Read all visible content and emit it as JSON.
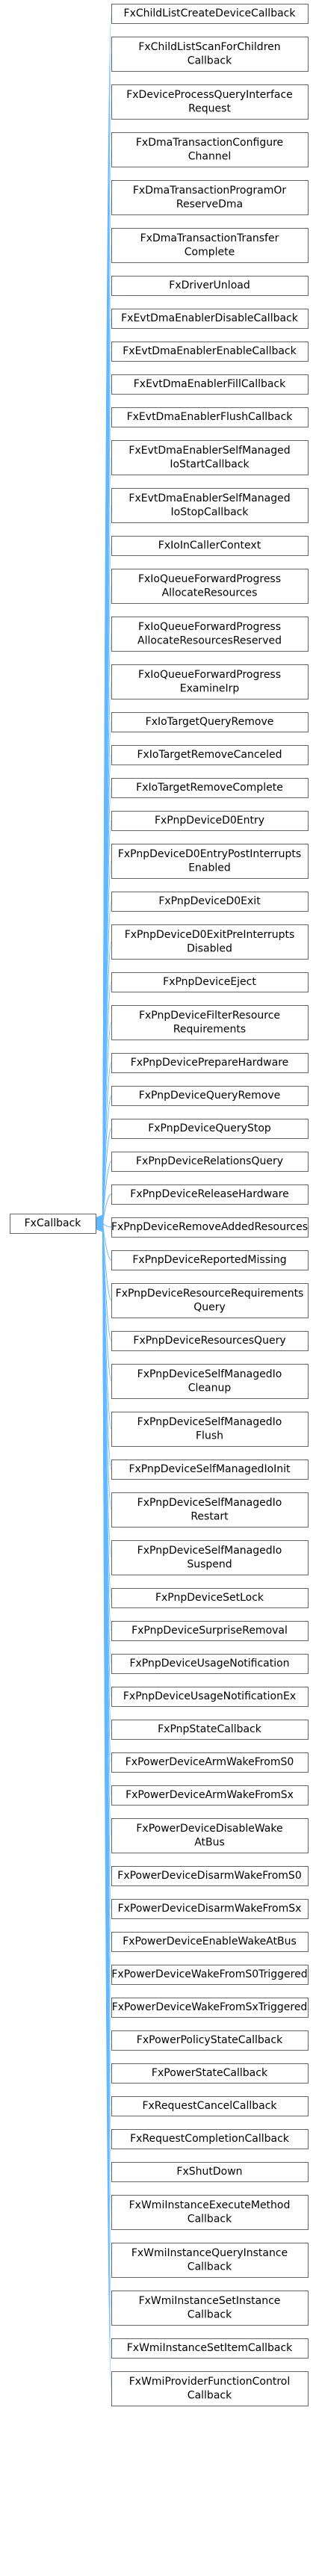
{
  "diagram": {
    "type": "inheritance-graph",
    "colors": {
      "edge": "#63b8ff",
      "box_border": "#666666",
      "text": "#000000",
      "background": "#ffffff"
    },
    "base": {
      "id": "FxCallback",
      "label": [
        "FxCallback"
      ]
    },
    "children": [
      {
        "id": "FxChildListCreateDeviceCallback",
        "label": [
          "FxChildListCreateDeviceCallback"
        ]
      },
      {
        "id": "FxChildListScanForChildrenCallback",
        "label": [
          "FxChildListScanForChildren",
          "Callback"
        ]
      },
      {
        "id": "FxDeviceProcessQueryInterfaceRequest",
        "label": [
          "FxDeviceProcessQueryInterface",
          "Request"
        ]
      },
      {
        "id": "FxDmaTransactionConfigureChannel",
        "label": [
          "FxDmaTransactionConfigure",
          "Channel"
        ]
      },
      {
        "id": "FxDmaTransactionProgramOrReserveDma",
        "label": [
          "FxDmaTransactionProgramOr",
          "ReserveDma"
        ]
      },
      {
        "id": "FxDmaTransactionTransferComplete",
        "label": [
          "FxDmaTransactionTransfer",
          "Complete"
        ]
      },
      {
        "id": "FxDriverUnload",
        "label": [
          "FxDriverUnload"
        ]
      },
      {
        "id": "FxEvtDmaEnablerDisableCallback",
        "label": [
          "FxEvtDmaEnablerDisableCallback"
        ]
      },
      {
        "id": "FxEvtDmaEnablerEnableCallback",
        "label": [
          "FxEvtDmaEnablerEnableCallback"
        ]
      },
      {
        "id": "FxEvtDmaEnablerFillCallback",
        "label": [
          "FxEvtDmaEnablerFillCallback"
        ]
      },
      {
        "id": "FxEvtDmaEnablerFlushCallback",
        "label": [
          "FxEvtDmaEnablerFlushCallback"
        ]
      },
      {
        "id": "FxEvtDmaEnablerSelfManagedIoStartCallback",
        "label": [
          "FxEvtDmaEnablerSelfManaged",
          "IoStartCallback"
        ]
      },
      {
        "id": "FxEvtDmaEnablerSelfManagedIoStopCallback",
        "label": [
          "FxEvtDmaEnablerSelfManaged",
          "IoStopCallback"
        ]
      },
      {
        "id": "FxIoInCallerContext",
        "label": [
          "FxIoInCallerContext"
        ]
      },
      {
        "id": "FxIoQueueForwardProgressAllocateResources",
        "label": [
          "FxIoQueueForwardProgress",
          "AllocateResources"
        ]
      },
      {
        "id": "FxIoQueueForwardProgressAllocateResourcesReserved",
        "label": [
          "FxIoQueueForwardProgress",
          "AllocateResourcesReserved"
        ]
      },
      {
        "id": "FxIoQueueForwardProgressExamineIrp",
        "label": [
          "FxIoQueueForwardProgress",
          "ExamineIrp"
        ]
      },
      {
        "id": "FxIoTargetQueryRemove",
        "label": [
          "FxIoTargetQueryRemove"
        ]
      },
      {
        "id": "FxIoTargetRemoveCanceled",
        "label": [
          "FxIoTargetRemoveCanceled"
        ]
      },
      {
        "id": "FxIoTargetRemoveComplete",
        "label": [
          "FxIoTargetRemoveComplete"
        ]
      },
      {
        "id": "FxPnpDeviceD0Entry",
        "label": [
          "FxPnpDeviceD0Entry"
        ]
      },
      {
        "id": "FxPnpDeviceD0EntryPostInterruptsEnabled",
        "label": [
          "FxPnpDeviceD0EntryPostInterrupts",
          "Enabled"
        ]
      },
      {
        "id": "FxPnpDeviceD0Exit",
        "label": [
          "FxPnpDeviceD0Exit"
        ]
      },
      {
        "id": "FxPnpDeviceD0ExitPreInterruptsDisabled",
        "label": [
          "FxPnpDeviceD0ExitPreInterrupts",
          "Disabled"
        ]
      },
      {
        "id": "FxPnpDeviceEject",
        "label": [
          "FxPnpDeviceEject"
        ]
      },
      {
        "id": "FxPnpDeviceFilterResourceRequirements",
        "label": [
          "FxPnpDeviceFilterResource",
          "Requirements"
        ]
      },
      {
        "id": "FxPnpDevicePrepareHardware",
        "label": [
          "FxPnpDevicePrepareHardware"
        ]
      },
      {
        "id": "FxPnpDeviceQueryRemove",
        "label": [
          "FxPnpDeviceQueryRemove"
        ]
      },
      {
        "id": "FxPnpDeviceQueryStop",
        "label": [
          "FxPnpDeviceQueryStop"
        ]
      },
      {
        "id": "FxPnpDeviceRelationsQuery",
        "label": [
          "FxPnpDeviceRelationsQuery"
        ]
      },
      {
        "id": "FxPnpDeviceReleaseHardware",
        "label": [
          "FxPnpDeviceReleaseHardware"
        ]
      },
      {
        "id": "FxPnpDeviceRemoveAddedResources",
        "label": [
          "FxPnpDeviceRemoveAddedResources"
        ]
      },
      {
        "id": "FxPnpDeviceReportedMissing",
        "label": [
          "FxPnpDeviceReportedMissing"
        ]
      },
      {
        "id": "FxPnpDeviceResourceRequirementsQuery",
        "label": [
          "FxPnpDeviceResourceRequirements",
          "Query"
        ]
      },
      {
        "id": "FxPnpDeviceResourcesQuery",
        "label": [
          "FxPnpDeviceResourcesQuery"
        ]
      },
      {
        "id": "FxPnpDeviceSelfManagedIoCleanup",
        "label": [
          "FxPnpDeviceSelfManagedIo",
          "Cleanup"
        ]
      },
      {
        "id": "FxPnpDeviceSelfManagedIoFlush",
        "label": [
          "FxPnpDeviceSelfManagedIo",
          "Flush"
        ]
      },
      {
        "id": "FxPnpDeviceSelfManagedIoInit",
        "label": [
          "FxPnpDeviceSelfManagedIoInit"
        ]
      },
      {
        "id": "FxPnpDeviceSelfManagedIoRestart",
        "label": [
          "FxPnpDeviceSelfManagedIo",
          "Restart"
        ]
      },
      {
        "id": "FxPnpDeviceSelfManagedIoSuspend",
        "label": [
          "FxPnpDeviceSelfManagedIo",
          "Suspend"
        ]
      },
      {
        "id": "FxPnpDeviceSetLock",
        "label": [
          "FxPnpDeviceSetLock"
        ]
      },
      {
        "id": "FxPnpDeviceSurpriseRemoval",
        "label": [
          "FxPnpDeviceSurpriseRemoval"
        ]
      },
      {
        "id": "FxPnpDeviceUsageNotification",
        "label": [
          "FxPnpDeviceUsageNotification"
        ]
      },
      {
        "id": "FxPnpDeviceUsageNotificationEx",
        "label": [
          "FxPnpDeviceUsageNotificationEx"
        ]
      },
      {
        "id": "FxPnpStateCallback",
        "label": [
          "FxPnpStateCallback"
        ]
      },
      {
        "id": "FxPowerDeviceArmWakeFromS0",
        "label": [
          "FxPowerDeviceArmWakeFromS0"
        ]
      },
      {
        "id": "FxPowerDeviceArmWakeFromSx",
        "label": [
          "FxPowerDeviceArmWakeFromSx"
        ]
      },
      {
        "id": "FxPowerDeviceDisableWakeAtBus",
        "label": [
          "FxPowerDeviceDisableWake",
          "AtBus"
        ]
      },
      {
        "id": "FxPowerDeviceDisarmWakeFromS0",
        "label": [
          "FxPowerDeviceDisarmWakeFromS0"
        ]
      },
      {
        "id": "FxPowerDeviceDisarmWakeFromSx",
        "label": [
          "FxPowerDeviceDisarmWakeFromSx"
        ]
      },
      {
        "id": "FxPowerDeviceEnableWakeAtBus",
        "label": [
          "FxPowerDeviceEnableWakeAtBus"
        ]
      },
      {
        "id": "FxPowerDeviceWakeFromS0Triggered",
        "label": [
          "FxPowerDeviceWakeFromS0Triggered"
        ]
      },
      {
        "id": "FxPowerDeviceWakeFromSxTriggered",
        "label": [
          "FxPowerDeviceWakeFromSxTriggered"
        ]
      },
      {
        "id": "FxPowerPolicyStateCallback",
        "label": [
          "FxPowerPolicyStateCallback"
        ]
      },
      {
        "id": "FxPowerStateCallback",
        "label": [
          "FxPowerStateCallback"
        ]
      },
      {
        "id": "FxRequestCancelCallback",
        "label": [
          "FxRequestCancelCallback"
        ]
      },
      {
        "id": "FxRequestCompletionCallback",
        "label": [
          "FxRequestCompletionCallback"
        ]
      },
      {
        "id": "FxShutDown",
        "label": [
          "FxShutDown"
        ]
      },
      {
        "id": "FxWmiInstanceExecuteMethodCallback",
        "label": [
          "FxWmiInstanceExecuteMethod",
          "Callback"
        ]
      },
      {
        "id": "FxWmiInstanceQueryInstanceCallback",
        "label": [
          "FxWmiInstanceQueryInstance",
          "Callback"
        ]
      },
      {
        "id": "FxWmiInstanceSetInstanceCallback",
        "label": [
          "FxWmiInstanceSetInstance",
          "Callback"
        ]
      },
      {
        "id": "FxWmiInstanceSetItemCallback",
        "label": [
          "FxWmiInstanceSetItemCallback"
        ]
      },
      {
        "id": "FxWmiProviderFunctionControlCallback",
        "label": [
          "FxWmiProviderFunctionControl",
          "Callback"
        ]
      }
    ]
  }
}
